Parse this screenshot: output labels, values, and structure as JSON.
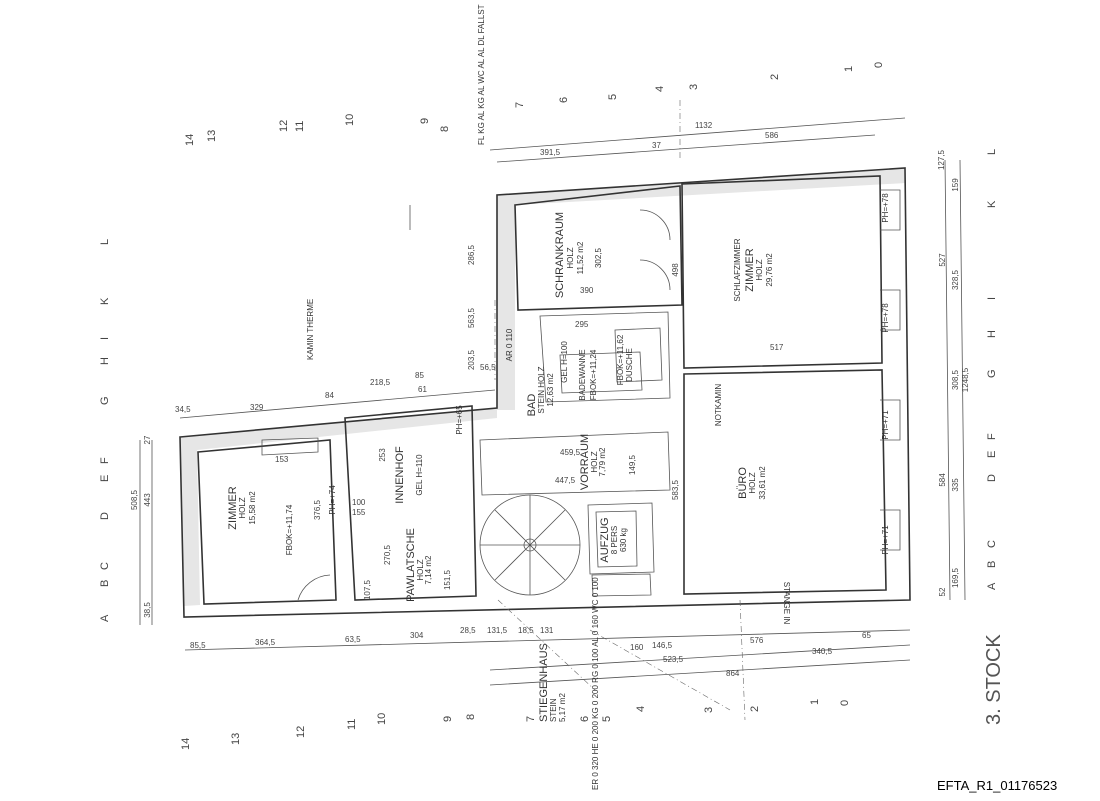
{
  "drawing": {
    "floor_label": "3. STOCK",
    "document_id": "EFTA_R1_01176523"
  },
  "rooms": {
    "schrankraum": {
      "name": "SCHRANKRAUM",
      "floor": "HOLZ",
      "area": "11,52 m2",
      "dim": "302,5"
    },
    "schlafzimmer": {
      "name": "SCHLAFZIMMER",
      "name2": "ZIMMER",
      "floor": "HOLZ",
      "area": "29,76 m2"
    },
    "buero": {
      "name": "BÜRO",
      "floor": "HOLZ",
      "area": "33,61 m2"
    },
    "zimmer": {
      "name": "ZIMMER",
      "floor": "HOLZ",
      "area": "15,58 m2"
    },
    "innenhof": {
      "name": "INNENHOF"
    },
    "pawlatsche": {
      "name": "PAWLATSCHE",
      "floor": "HOLZ",
      "area": "7,14 m2"
    },
    "vorraum": {
      "name": "VORRAUM",
      "floor": "HOLZ",
      "area": "7,79 m2"
    },
    "bad": {
      "name": "BAD",
      "floor": "STEIN HOLZ",
      "area": "12,63 m2"
    },
    "aufzug": {
      "name": "AUFZUG",
      "capacity": "8 PERS",
      "load": "630 kg"
    },
    "stiegenhaus": {
      "name": "STIEGENHAUS",
      "floor": "STEIN",
      "area": "5,17 m2"
    }
  },
  "annotations": {
    "dusche": "DUSCHE",
    "badewanne": "BADEWANNE",
    "fbok1": "FBOK=+11,62",
    "fbok2": "FBOK=+11,24",
    "fbok3": "FBOK=+11,74",
    "gel": "GEL H=100",
    "gel2": "GEL H=110",
    "notkamin": "NOTKAMIN",
    "ph78a": "PH=+78",
    "ph78b": "PH=+78",
    "ph71a": "PH=+71",
    "ph71b": "PH=+71",
    "ph74": "PH=+74",
    "ph65": "PH=+65",
    "kamin": "KAMIN THERME",
    "stange": "STANGE IN",
    "ar": "AR 0 110",
    "legend_top": "FL KG AL KG AL WC AL AL DL FALLST",
    "legend_bottom": "ER 0 320 HE 0 200 KG 0 200 RG 0 100 AL 0 160 WC 0 100"
  },
  "dimensions": {
    "top": [
      "1132",
      "391,5",
      "37",
      "586"
    ],
    "bottom": [
      "364,5",
      "63,5",
      "304",
      "28,5",
      "131,5",
      "18,5",
      "131",
      "160",
      "146,5",
      "576",
      "65",
      "523,5",
      "340,5",
      "864",
      "85,5"
    ],
    "left": [
      "508,5",
      "443",
      "38,5",
      "27",
      "34,5"
    ],
    "right": [
      "127,5",
      "159",
      "527",
      "328,5",
      "1248,5",
      "308,5",
      "584",
      "335",
      "169,5",
      "52"
    ],
    "inner": [
      "390",
      "295",
      "517",
      "459,5",
      "447,5",
      "149,5",
      "498",
      "583,5",
      "329",
      "84",
      "218,5",
      "85",
      "61",
      "253",
      "153",
      "376,5",
      "270,5",
      "151,5",
      "107,5",
      "100",
      "155",
      "563,5",
      "286,5",
      "203,5",
      "56,5"
    ]
  },
  "grid": {
    "letters": [
      "A",
      "B",
      "C",
      "D",
      "E",
      "F",
      "G",
      "H",
      "I",
      "K",
      "L"
    ],
    "numbers": [
      "0",
      "1",
      "2",
      "3",
      "4",
      "5",
      "6",
      "7",
      "8",
      "9",
      "10",
      "11",
      "12",
      "13",
      "14"
    ]
  }
}
